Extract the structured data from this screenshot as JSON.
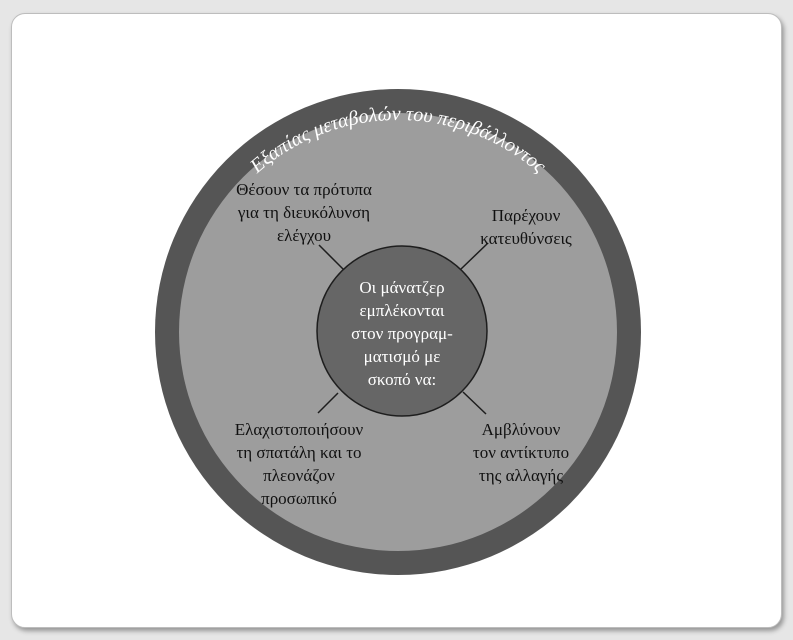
{
  "diagram": {
    "ring_label": "Εξαπίας μεταβολών του περιβάλλοντος",
    "center_text": "Οι μάνατζερ\nεμπλέκονται\nστον προγραμ-\nματισμό με\nσκοπό να:",
    "labels": {
      "top_left": "Θέσουν τα πρότυπα\nγια τη διευκόλυνση\nελέγχου",
      "top_right": "Παρέχουν\nκατευθύνσεις",
      "bottom_left": "Ελαχιστοποιήσουν\nτη σπατάλη και το\nπλεονάζον\nπροσωπικό",
      "bottom_right": "Αμβλύνουν\nτον αντίκτυπο\nτης αλλαγής"
    }
  },
  "colors": {
    "outer_ring": "#555555",
    "inner_disc": "#9d9d9d",
    "center_disc": "#666666"
  }
}
